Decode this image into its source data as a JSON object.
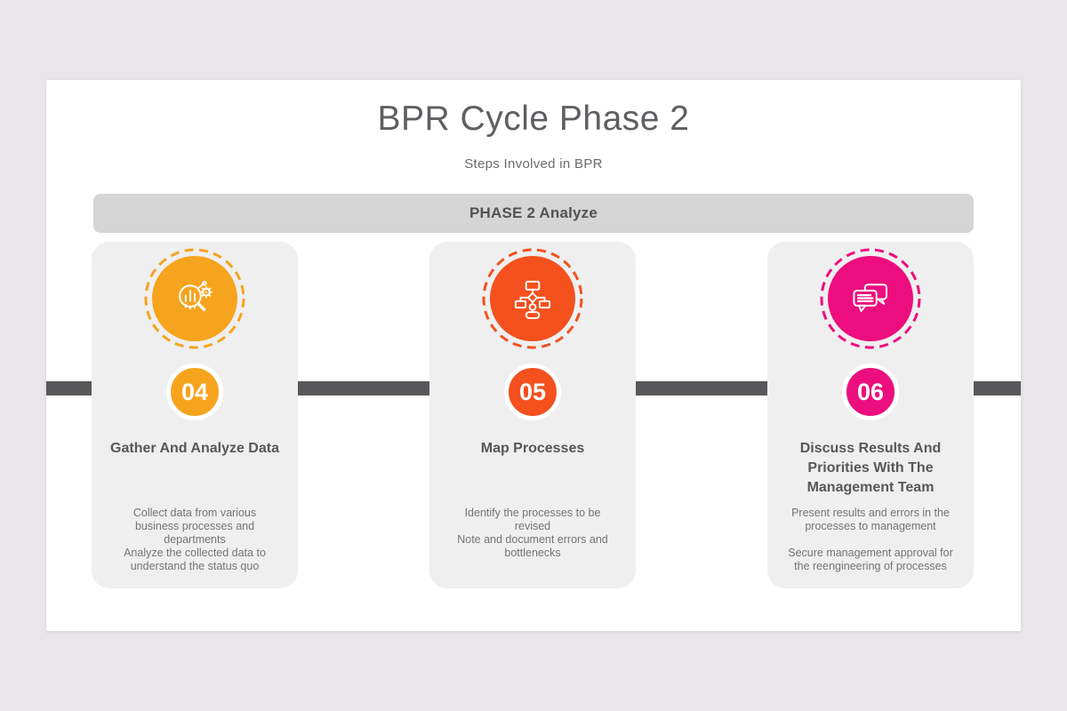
{
  "slide": {
    "title": "BPR Cycle Phase 2",
    "subtitle": "Steps Involved in BPR",
    "banner": "PHASE 2 Analyze"
  },
  "colors": {
    "amber": "#F6A41E",
    "orange": "#F4511E",
    "pink": "#EC0E7E",
    "timeline": "#58585a",
    "banner_bg": "#d6d5d6",
    "card_bg": "#efeff0"
  },
  "cards": [
    {
      "number": "04",
      "title": "Gather And Analyze Data",
      "icon": "magnifier-chart-gear-icon",
      "accent": "#F6A41E",
      "paragraphs": [
        "Collect data from various\nbusiness processes and\ndepartments",
        "Analyze the collected data to\nunderstand the status quo"
      ]
    },
    {
      "number": "05",
      "title": "Map Processes",
      "icon": "flowchart-icon",
      "accent": "#F4511E",
      "paragraphs": [
        "Identify the processes to be\nrevised",
        "Note and document errors and\nbottlenecks"
      ]
    },
    {
      "number": "06",
      "title": "Discuss Results And\nPriorities With The\nManagement Team",
      "icon": "chat-bubbles-icon",
      "accent": "#EC0E7E",
      "paragraphs": [
        "Present results and errors in the\nprocesses to management",
        "Secure management approval for\nthe reengineering of processes"
      ]
    }
  ]
}
